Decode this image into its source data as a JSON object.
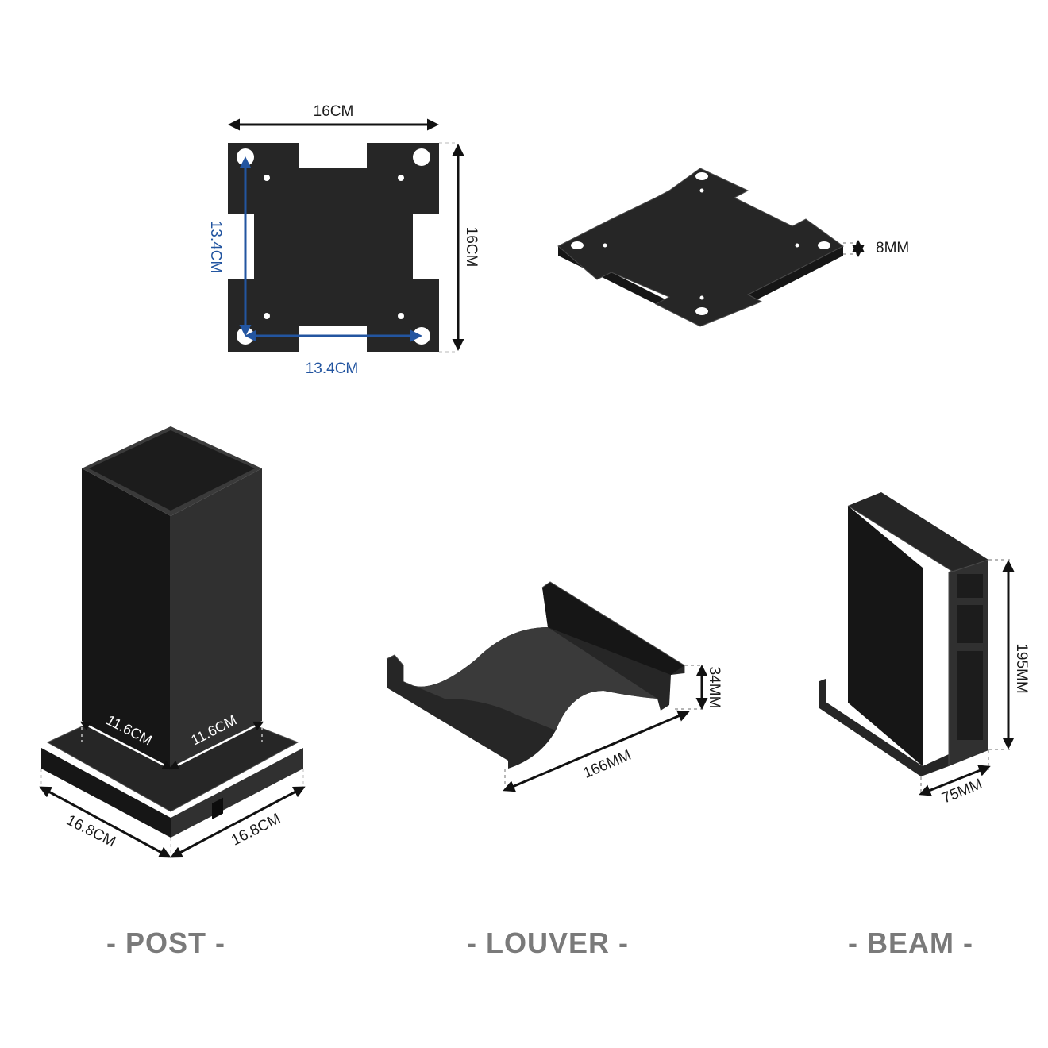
{
  "plate_top": {
    "width_label": "16CM",
    "height_label": "16CM",
    "hole_height_label": "13.4CM",
    "hole_width_label": "13.4CM"
  },
  "plate_iso": {
    "thickness_label": "8MM"
  },
  "post": {
    "caption": "- POST -",
    "inner_left_label": "11.6CM",
    "inner_right_label": "11.6CM",
    "base_left_label": "16.8CM",
    "base_right_label": "16.8CM"
  },
  "louver": {
    "caption": "- LOUVER -",
    "length_label": "166MM",
    "height_label": "34MM"
  },
  "beam": {
    "caption": "- BEAM -",
    "height_label": "195MM",
    "width_label": "75MM"
  },
  "colors": {
    "part": "#262626",
    "dimension_blue": "#2355a0",
    "caption_grey": "#7a7a7a"
  }
}
